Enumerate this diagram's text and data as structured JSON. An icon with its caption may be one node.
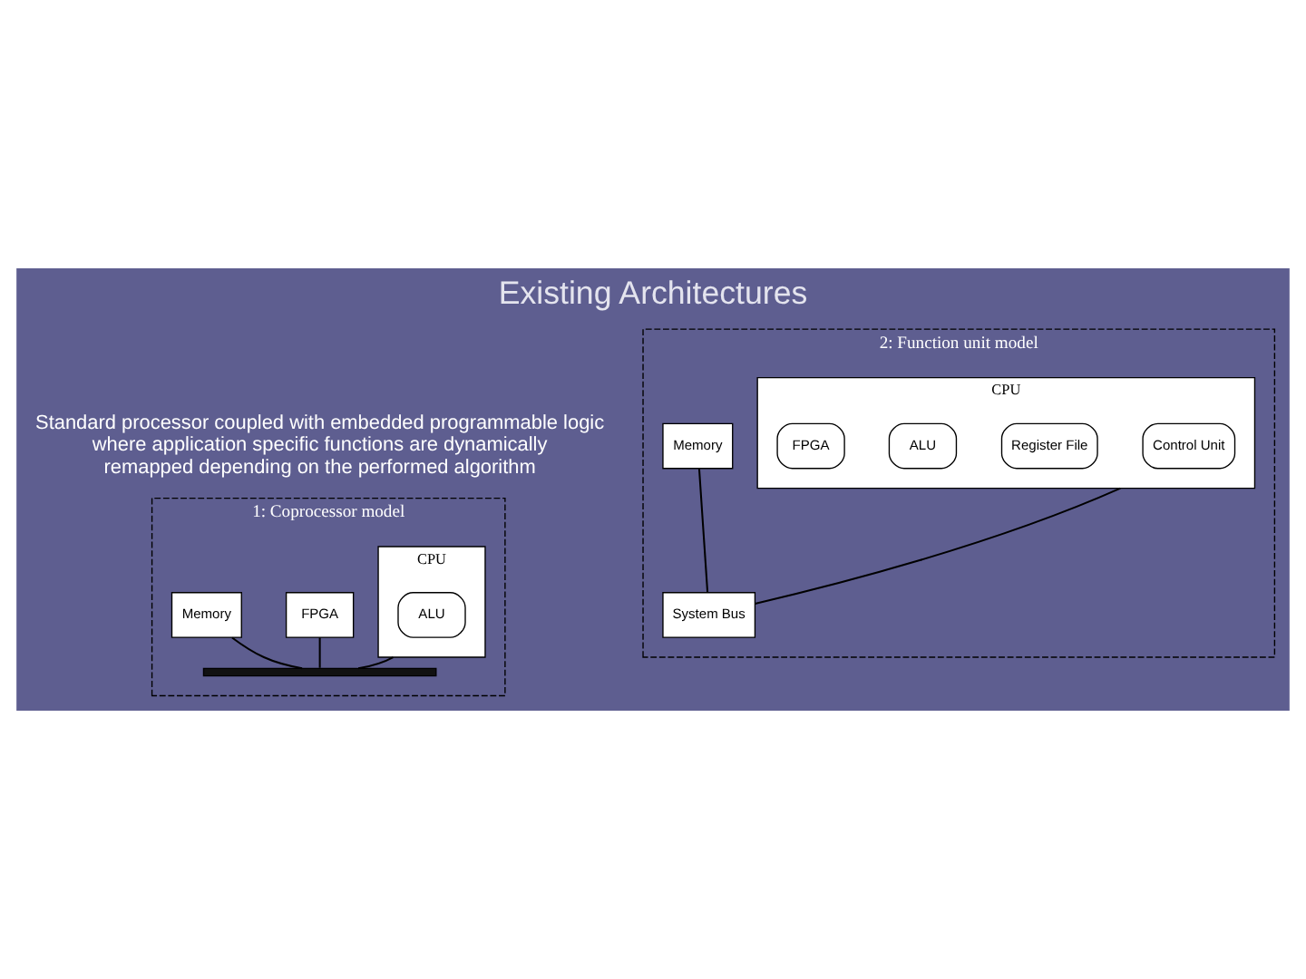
{
  "diagram": {
    "title": "Existing Architectures",
    "nodes": [
      {
        "text": [
          "1: Coprocessor model"
        ]
      },
      {
        "text": [
          "FPGA"
        ],
        "in": 0
      },
      {
        "text": [],
        "shape": "bar",
        "in": 0
      },
      {
        "text": [
          "CPU"
        ],
        "in": 0
      },
      {
        "text": [
          "ALU"
        ],
        "in": 3
      },
      {
        "text": [
          "Memory"
        ],
        "in": 0
      },
      {
        "text": [
          "2: Function unit model"
        ]
      },
      {
        "text": [
          "System Bus"
        ],
        "in": 6
      },
      {
        "text": [
          "CPU"
        ],
        "in": 6
      },
      {
        "text": [
          "Control Unit"
        ],
        "in": 8
      },
      {
        "text": [
          "Register File"
        ],
        "in": 8
      },
      {
        "text": [
          "ALU"
        ],
        "in": 8
      },
      {
        "text": [
          "FPGA"
        ],
        "in": 8
      },
      {
        "text": [
          "Memory"
        ],
        "in": 6
      }
    ],
    "edges": [
      {
        "from": 1,
        "to": 2,
        "arrow": "none"
      },
      {
        "from": 3,
        "to": 2,
        "arrow": "none"
      },
      {
        "from": 5,
        "to": 2,
        "arrow": "none"
      },
      {
        "from": 8,
        "to": 7,
        "arrow": "none"
      },
      {
        "from": 13,
        "to": 7,
        "arrow": "none"
      }
    ],
    "labels": [
      "Standard processor coupled with embedded programmable logic where application specific functions are dynamically remapped depending on the performed algorithm"
    ]
  }
}
